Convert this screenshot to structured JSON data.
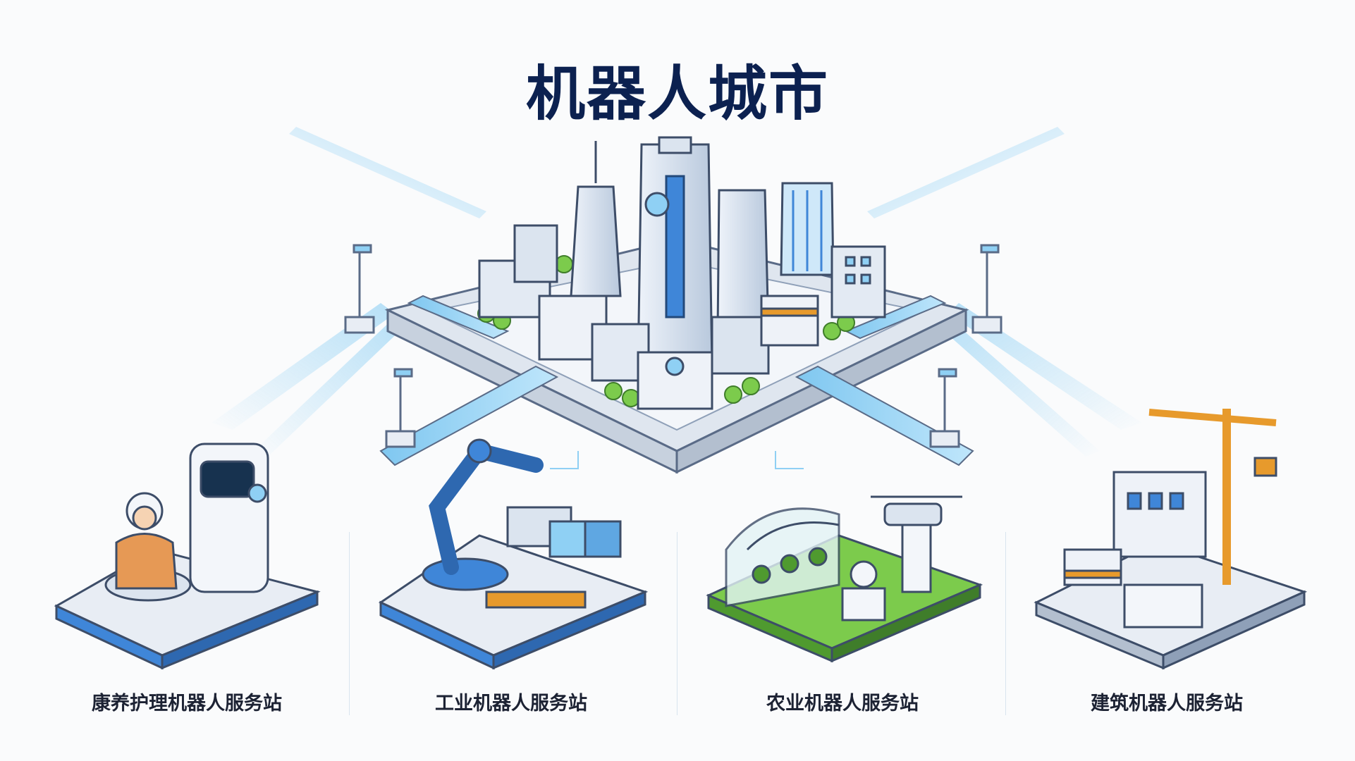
{
  "title": "机器人城市",
  "stations": [
    {
      "label": "康养护理机器人服务站",
      "icon": "elder-care-robot-icon"
    },
    {
      "label": "工业机器人服务站",
      "icon": "industrial-robot-arm-icon"
    },
    {
      "label": "农业机器人服务站",
      "icon": "agricultural-drone-icon"
    },
    {
      "label": "建筑机器人服务站",
      "icon": "construction-crane-icon"
    }
  ],
  "colors": {
    "title": "#0c2150",
    "accent_blue": "#3f86d8",
    "glow_blue": "#8fd0f4",
    "platform": "#e8edf4",
    "grass": "#7ccb4c",
    "crane": "#e79a2c",
    "label": "#1c2233"
  }
}
